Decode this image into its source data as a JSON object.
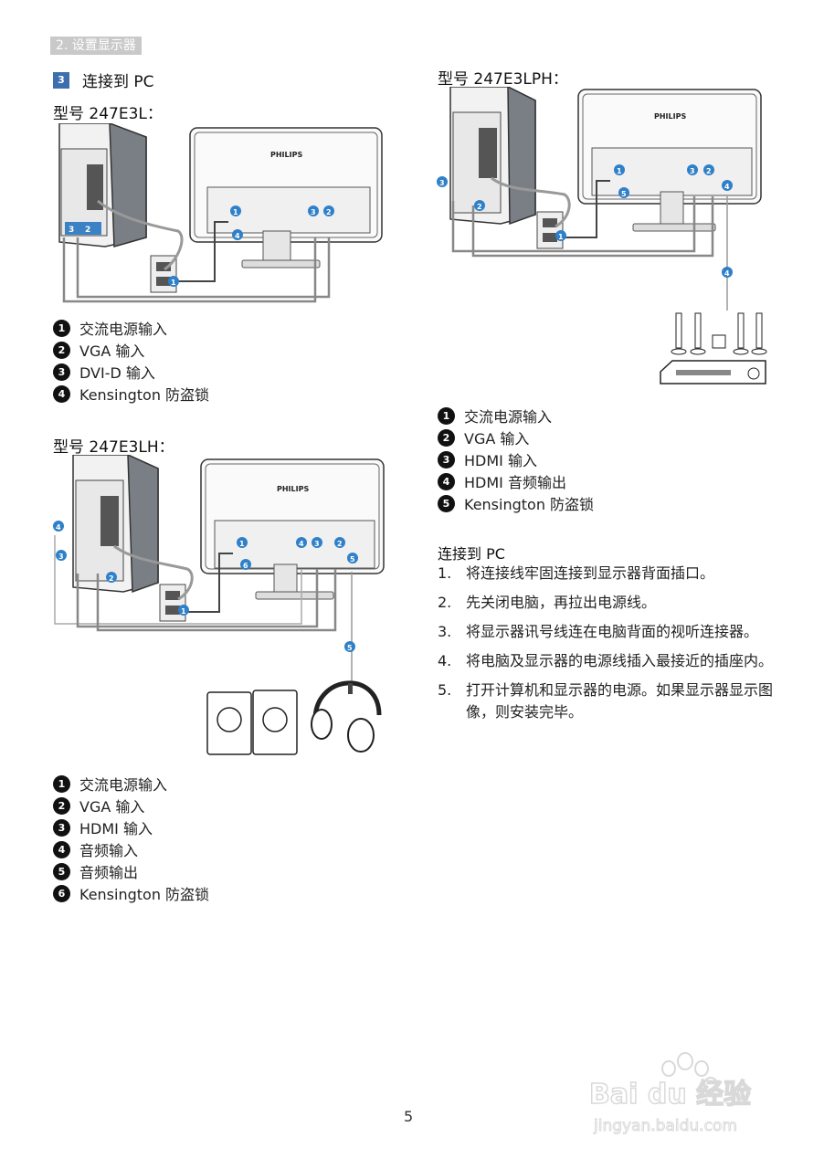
{
  "chapter_label": "2. 设置显示器",
  "section": {
    "number": "3",
    "title": "连接到 PC"
  },
  "models": [
    {
      "title": "型号 247E3L：",
      "brand": "PHILIPS",
      "legend": [
        {
          "num": "1",
          "text": "交流电源输入"
        },
        {
          "num": "2",
          "text": "VGA 输入"
        },
        {
          "num": "3",
          "text": "DVI-D 输入"
        },
        {
          "num": "4",
          "text": "Kensington 防盗锁"
        }
      ]
    },
    {
      "title": "型号 247E3LH：",
      "brand": "PHILIPS",
      "legend": [
        {
          "num": "1",
          "text": "交流电源输入"
        },
        {
          "num": "2",
          "text": "VGA 输入"
        },
        {
          "num": "3",
          "text": "HDMI 输入"
        },
        {
          "num": "4",
          "text": "音频输入"
        },
        {
          "num": "5",
          "text": "音频输出"
        },
        {
          "num": "6",
          "text": "Kensington 防盗锁"
        }
      ]
    },
    {
      "title": "型号 247E3LPH：",
      "brand": "PHILIPS",
      "legend": [
        {
          "num": "1",
          "text": "交流电源输入"
        },
        {
          "num": "2",
          "text": "VGA 输入"
        },
        {
          "num": "3",
          "text": "HDMI 输入"
        },
        {
          "num": "4",
          "text": "HDMI 音频输出"
        },
        {
          "num": "5",
          "text": "Kensington 防盗锁"
        }
      ]
    }
  ],
  "diagram_callouts": {
    "m1": [
      "1",
      "2",
      "3",
      "4",
      "3",
      "2",
      "1"
    ],
    "m2": [
      "1",
      "2",
      "3",
      "4",
      "5",
      "6",
      "4",
      "3",
      "2",
      "1",
      "5"
    ],
    "m3": [
      "1",
      "2",
      "3",
      "4",
      "5",
      "3",
      "2",
      "1",
      "4"
    ]
  },
  "steps_section": {
    "title": "连接到 PC",
    "steps": [
      {
        "num": "1.",
        "text": "将连接线牢固连接到显示器背面插口。"
      },
      {
        "num": "2.",
        "text": "先关闭电脑，再拉出电源线。"
      },
      {
        "num": "3.",
        "text": "将显示器讯号线连在电脑背面的视听连接器。"
      },
      {
        "num": "4.",
        "text": "将电脑及显示器的电源线插入最接近的插座内。"
      },
      {
        "num": "5.",
        "text": "打开计算机和显示器的电源。如果显示器显示图像，则安装完毕。"
      }
    ]
  },
  "page_number": "5",
  "watermark": {
    "brand": "Bai du 经验",
    "url": "jingyan.baidu.com"
  },
  "colors": {
    "accent": "#3d6fae",
    "callout": "#2f80c8",
    "chapter_bg": "#c9c9c9"
  }
}
